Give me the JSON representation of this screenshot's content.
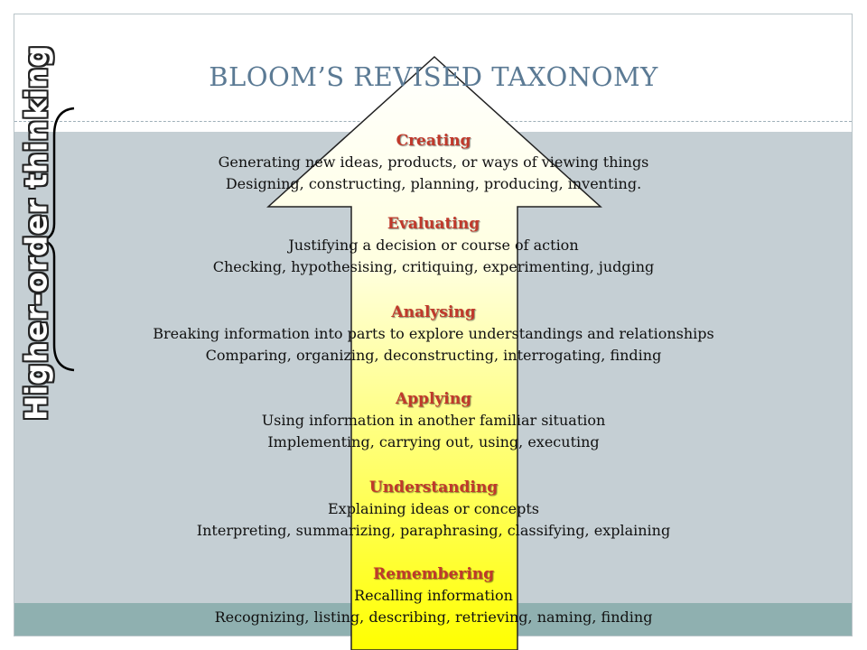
{
  "title": "BLOOM’S REVISED TAXONOMY",
  "side_label": "Higher-order thinking",
  "levels": [
    {
      "name": "Creating",
      "line1": "Generating new ideas, products, or ways of viewing things",
      "line2": "Designing, constructing, planning, producing, inventing."
    },
    {
      "name": "Evaluating",
      "line1": "Justifying a decision or course of action",
      "line2": "Checking, hypothesising, critiquing, experimenting, judging"
    },
    {
      "name": "Analysing",
      "line1": "Breaking information into parts to explore understandings and relationships",
      "line2": "Comparing, organizing, deconstructing, interrogating, finding"
    },
    {
      "name": "Applying",
      "line1": "Using information in another familiar situation",
      "line2": "Implementing, carrying out, using, executing"
    },
    {
      "name": "Understanding",
      "line1": "Explaining ideas or concepts",
      "line2": "Interpreting, summarizing, paraphrasing, classifying, explaining"
    },
    {
      "name": "Remembering",
      "line1": "Recalling information",
      "line2": "Recognizing, listing, describing, retrieving, naming, finding"
    }
  ],
  "colors": {
    "title": "#5b7a94",
    "level_name": "#c0392b",
    "arrow_top": "#ffffff",
    "arrow_bottom": "#ffff00"
  }
}
